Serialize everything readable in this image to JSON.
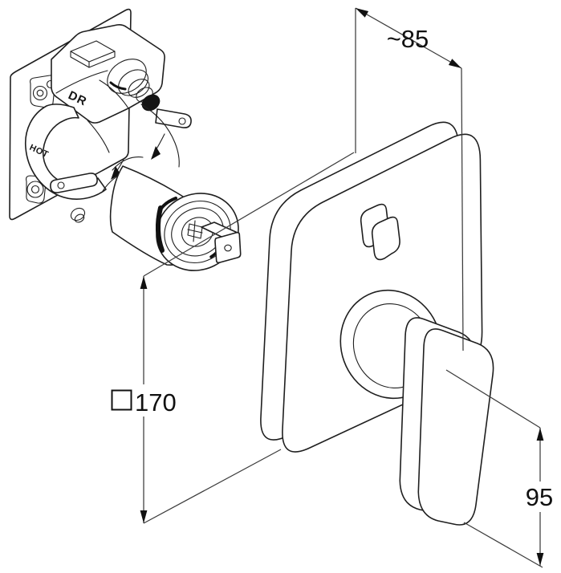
{
  "drawing": {
    "kind": "technical installation drawing, concealed single-lever mixer",
    "colors": {
      "line": "#1f1f1f",
      "background": "#ffffff",
      "dimension_line": "#3c3c3c"
    },
    "valve": {
      "label_dr": "DR",
      "label_hot": "HOT"
    },
    "dimensions": {
      "depth": {
        "label": "~85"
      },
      "plate": {
        "symbol": "□",
        "value": "170"
      },
      "handle": {
        "label": "95"
      }
    }
  }
}
